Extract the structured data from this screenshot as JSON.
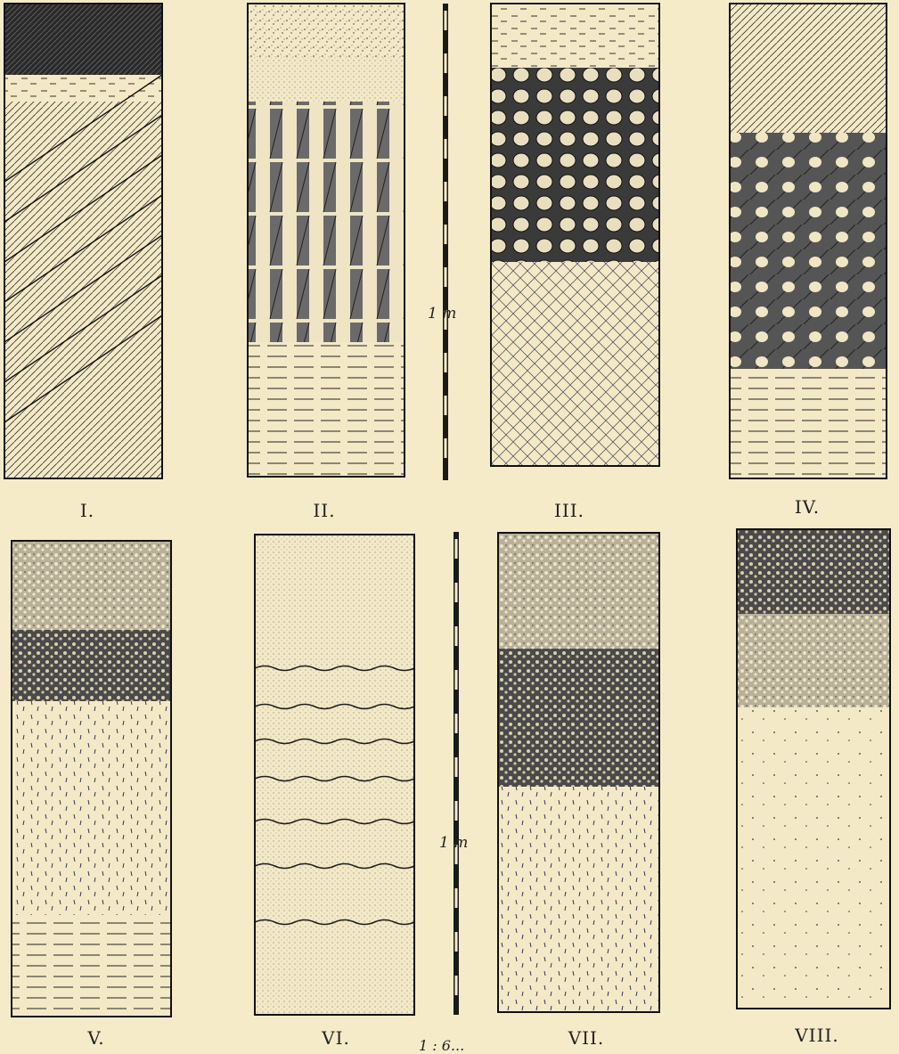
{
  "plate": {
    "background": "#f6ebc9",
    "ink": "#1e1e1e",
    "scale_bar_label": "1 m",
    "bottom_caption": "1 : 6..."
  },
  "profiles": [
    {
      "label": "I.",
      "layers": [
        "dark humus top",
        "light marl with lenses",
        "oblique laminated clay"
      ]
    },
    {
      "label": "II.",
      "layers": [
        "speckled top",
        "pale band",
        "vertical prismatic columns",
        "horizontal laminated base"
      ]
    },
    {
      "label": "III.",
      "layers": [
        "dashed top",
        "polygonal dark blocks",
        "cross-hatched loess"
      ]
    },
    {
      "label": "IV.",
      "layers": [
        "hatched top",
        "polygonal blocks",
        "laminated base"
      ]
    },
    {
      "label": "V.",
      "layers": [
        "granular dark top",
        "dark granular zone",
        "dashed marl",
        "laminated base"
      ]
    },
    {
      "label": "VI.",
      "layers": [
        "dotted sand",
        "wavy sand bands",
        "fine dotted sand"
      ]
    },
    {
      "label": "VII.",
      "layers": [
        "granular top",
        "dark granular zone",
        "dashed loess"
      ]
    },
    {
      "label": "VIII.",
      "layers": [
        "dark top",
        "nodular zone",
        "sparse dotted loess"
      ]
    }
  ]
}
